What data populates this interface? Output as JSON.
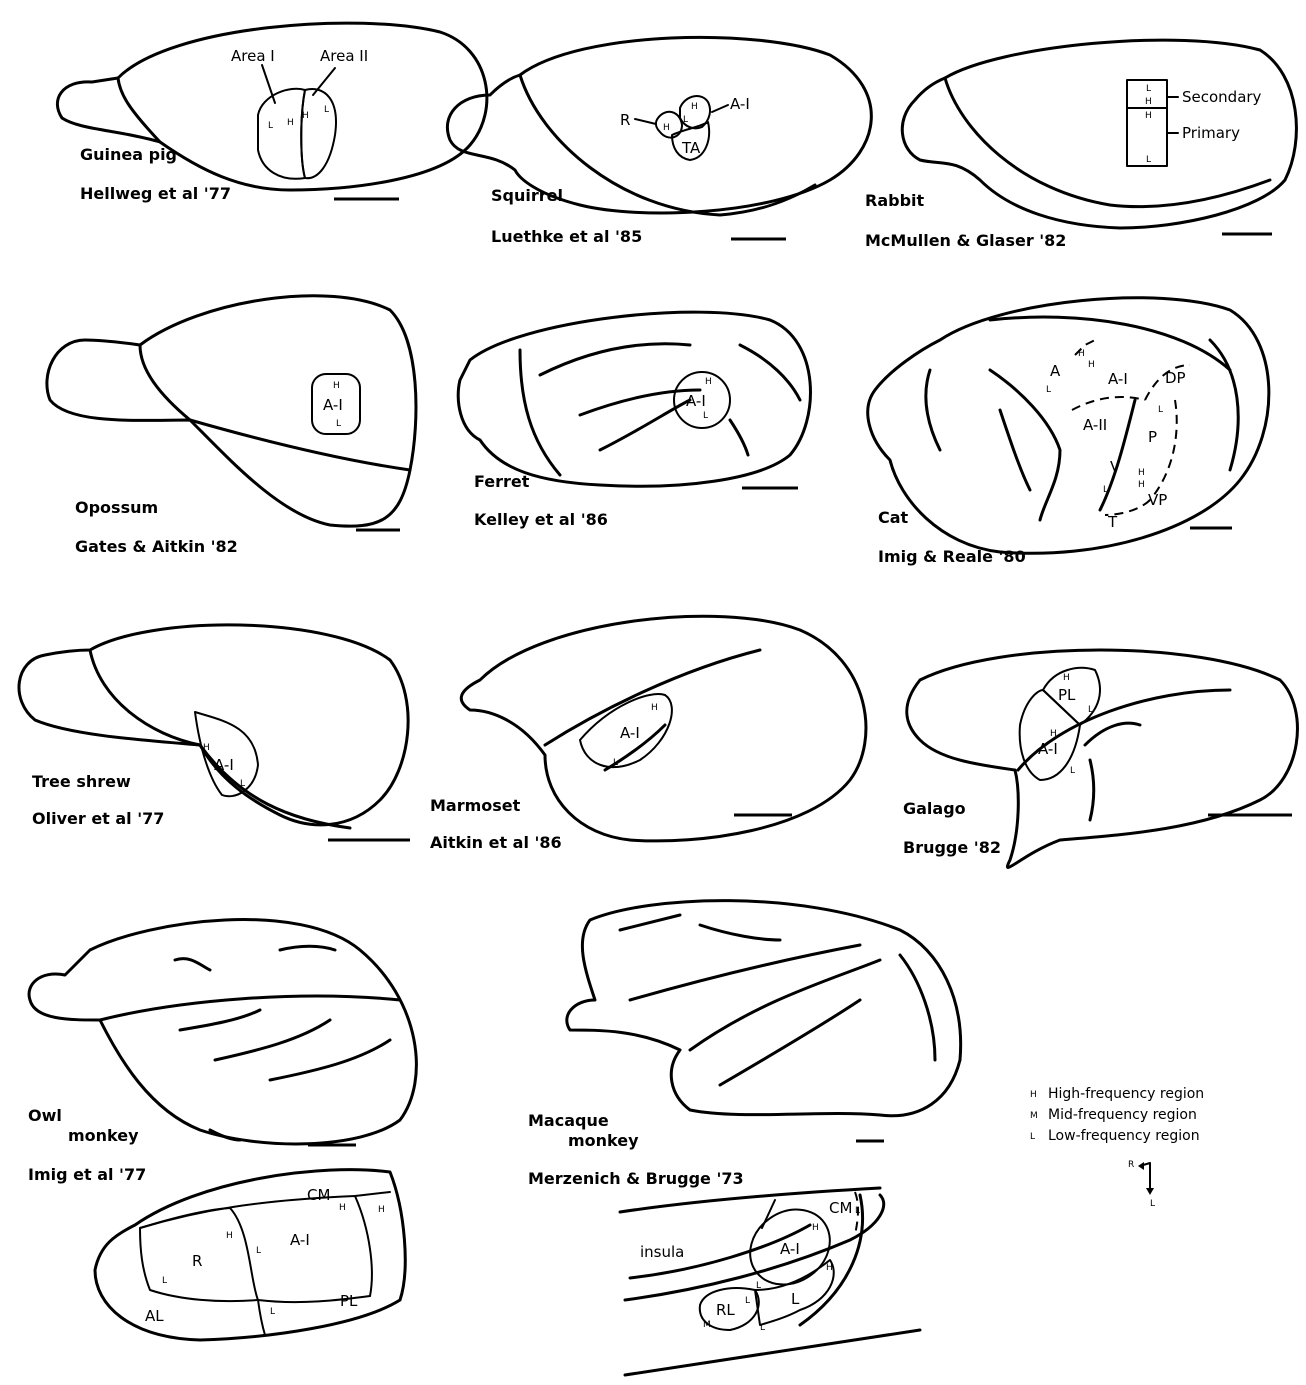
{
  "panels": {
    "guinea_pig": {
      "species": "Guinea pig",
      "citation": "Hellweg et al '77",
      "area1": "Area I",
      "area2": "Area II"
    },
    "squirrel": {
      "species": "Squirrel",
      "citation": "Luethke et al '85",
      "areas": [
        "R",
        "A-I",
        "TA"
      ]
    },
    "rabbit": {
      "species": "Rabbit",
      "citation": "McMullen & Glaser '82",
      "secondary": "Secondary",
      "primary": "Primary"
    },
    "opossum": {
      "species": "Opossum",
      "citation": "Gates & Aitkin '82",
      "area": "A-I"
    },
    "ferret": {
      "species": "Ferret",
      "citation": "Kelley et al '86",
      "area": "A-I"
    },
    "cat": {
      "species": "Cat",
      "citation": "Imig & Reale '80",
      "areas": [
        "A",
        "A-I",
        "DP",
        "A-II",
        "P",
        "V",
        "VP",
        "T"
      ]
    },
    "tree_shrew": {
      "species": "Tree shrew",
      "citation": "Oliver et al '77",
      "area": "A-I"
    },
    "marmoset": {
      "species": "Marmoset",
      "citation": "Aitkin et al '86",
      "area": "A-I"
    },
    "galago": {
      "species": "Galago",
      "citation": "Brugge '82",
      "areas": [
        "PL",
        "A-I"
      ]
    },
    "owl_monkey": {
      "species_line1": "Owl",
      "species_line2": "monkey",
      "citation": "Imig et al '77",
      "areas": [
        "CM",
        "R",
        "A-I",
        "AL",
        "PL"
      ]
    },
    "macaque": {
      "species_line1": "Macaque",
      "species_line2": "monkey",
      "citation": "Merzenich & Brugge '73",
      "areas": [
        "insula",
        "CM",
        "A-I",
        "RL",
        "L"
      ]
    }
  },
  "markers": {
    "high": "H",
    "mid": "M",
    "low": "L"
  },
  "legend": {
    "items": [
      {
        "symbol": "H",
        "text": "High-frequency region"
      },
      {
        "symbol": "M",
        "text": "Mid-frequency region"
      },
      {
        "symbol": "L",
        "text": "Low-frequency region"
      }
    ],
    "orientation_r": "R",
    "orientation_l": "L"
  }
}
